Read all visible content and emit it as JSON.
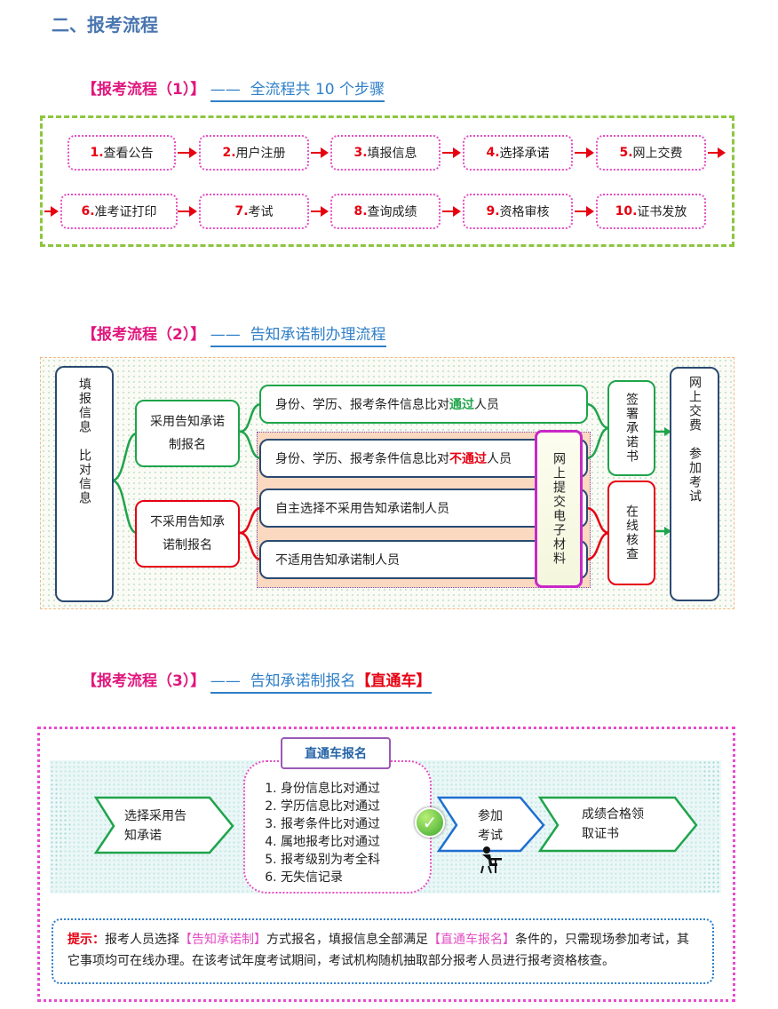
{
  "heading": "二、报考流程",
  "s1": {
    "title_bracket": "【报考流程（1）】",
    "title_dash": "——",
    "title_text": "全流程共 10 个步骤",
    "steps": [
      {
        "num": "1.",
        "label": "查看公告"
      },
      {
        "num": "2.",
        "label": "用户注册"
      },
      {
        "num": "3.",
        "label": "填报信息"
      },
      {
        "num": "4.",
        "label": "选择承诺"
      },
      {
        "num": "5.",
        "label": "网上交费"
      },
      {
        "num": "6.",
        "label": "准考证打印"
      },
      {
        "num": "7.",
        "label": "考试"
      },
      {
        "num": "8.",
        "label": "查询成绩"
      },
      {
        "num": "9.",
        "label": "资格审核"
      },
      {
        "num": "10.",
        "label": "证书发放"
      }
    ]
  },
  "s2": {
    "title_bracket": "【报考流程（2）】",
    "title_dash": "——",
    "title_text": "告知承诺制办理流程",
    "left_box": "填报信息　比对信息",
    "adopt": "采用告知承诺制报名",
    "not_adopt": "不采用告知承诺制报名",
    "row1_pre": "身份、学历、报考条件信息比对",
    "row1_key": "通过",
    "row1_post": "人员",
    "row2_pre": "身份、学历、报考条件信息比对",
    "row2_key": "不通过",
    "row2_post": "人员",
    "row3": "自主选择不采用告知承诺制人员",
    "row4": "不适用告知承诺制人员",
    "upload": "网上提交电子材料",
    "sign": "签署承诺书",
    "online_check": "在线核查",
    "right_box": "网上交费　参加考试"
  },
  "s3": {
    "title_bracket": "【报考流程（3）】",
    "title_dash": "——",
    "title_text": "告知承诺制报名",
    "title_red": "【直通车】",
    "scroll_label": "直通车报名",
    "step1": "选择采用告知承诺",
    "conditions": [
      "身份信息比对通过",
      "学历信息比对通过",
      "报考条件比对通过",
      "属地报考比对通过",
      "报考级别为考全科",
      "无失信记录"
    ],
    "exam": "参加考试",
    "result": "成绩合格领取证书",
    "tip_label": "提示：",
    "tip_1": "报考人员选择",
    "tip_k1": "【告知承诺制】",
    "tip_2": "方式报名，填报信息全部满足",
    "tip_k2": "【直通车报名】",
    "tip_3": "条件的，只需现场参加考试，其它事项均可在线办理。在该考试年度考试期间，考试机构随机抽取部分报考人员进行报考资格核查。"
  },
  "colors": {
    "accent_red": "#e60012",
    "pass_green": "#1fa44b",
    "brand_blue": "#2f7fc8",
    "pink": "#e44fc5",
    "navy": "#2a4a72"
  },
  "icons": [
    "check-icon",
    "person-at-desk-icon",
    "arrow-right-icon"
  ]
}
